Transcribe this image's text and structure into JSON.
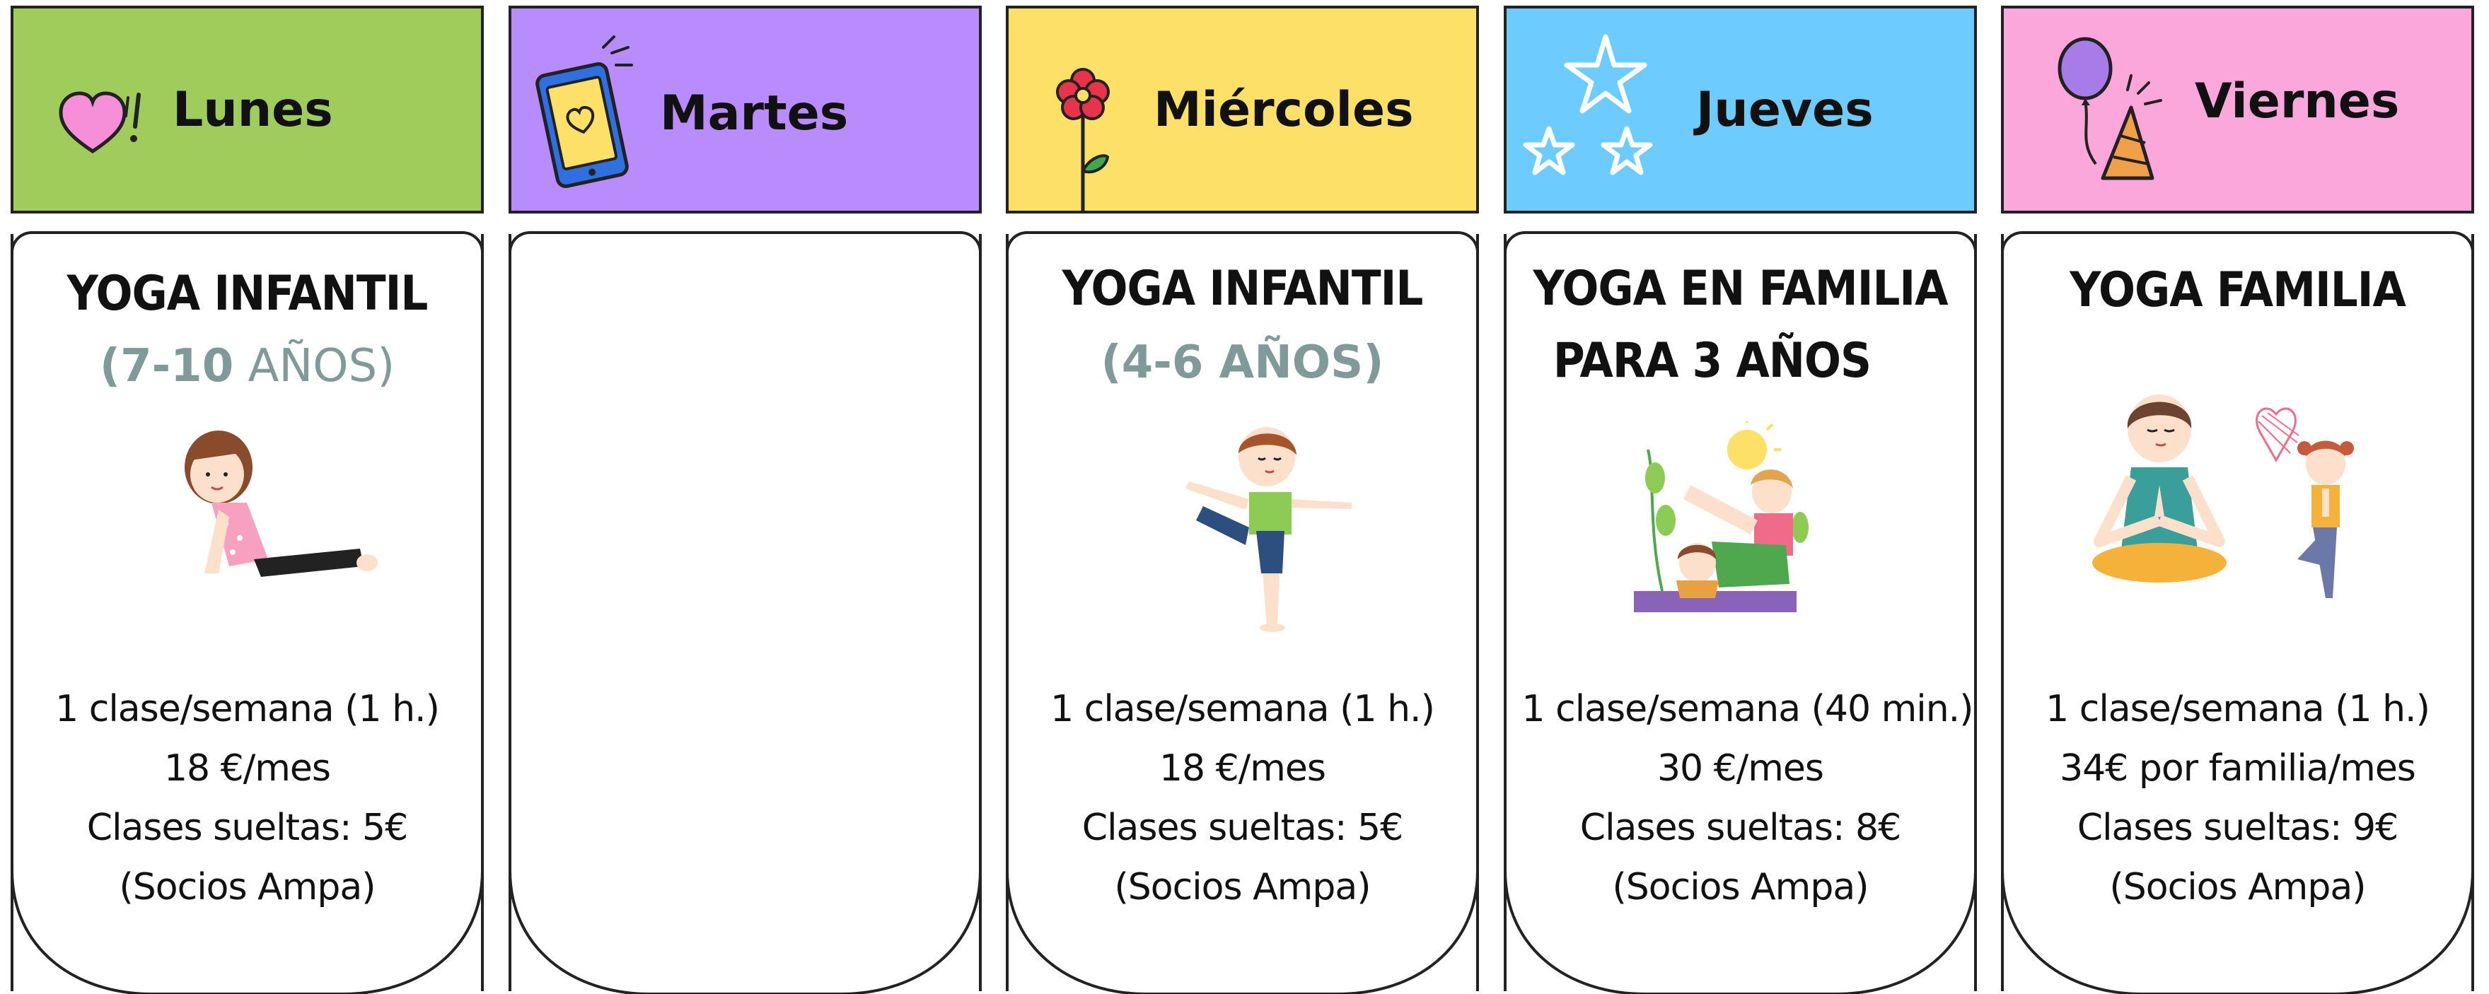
{
  "days": [
    {
      "day": "Lunes",
      "header_color": "#9fcc5b",
      "title_lines": [
        "YOGA INFANTIL"
      ],
      "age_bold": "(7-10",
      "age_rest": " AÑOS)",
      "info": [
        "1 clase/semana (1 h.)",
        "18 €/mes",
        "Clases sueltas: 5€",
        "(Socios Ampa)"
      ],
      "icon": "heart-icon",
      "illustration": "child-yoga-pose-illustration"
    },
    {
      "day": "Martes",
      "header_color": "#b88cfc",
      "title_lines": [],
      "age_bold": "",
      "age_rest": "",
      "info": [],
      "icon": "tablet-heart-icon",
      "illustration": ""
    },
    {
      "day": "Miércoles",
      "header_color": "#fde068",
      "title_lines": [
        "YOGA INFANTIL"
      ],
      "age_bold": "(4-6 AÑOS)",
      "age_rest": "",
      "info": [
        "1 clase/semana (1 h.)",
        "18 €/mes",
        "Clases sueltas: 5€",
        "(Socios Ampa)"
      ],
      "icon": "flower-icon",
      "illustration": "child-balance-pose-illustration"
    },
    {
      "day": "Jueves",
      "header_color": "#6ecbfd",
      "title_lines": [
        "YOGA EN FAMILIA",
        "PARA 3 AÑOS"
      ],
      "age_bold": "",
      "age_rest": "",
      "info": [
        "1 clase/semana (40 min.)",
        "30 €/mes",
        "Clases sueltas: 8€",
        "(Socios Ampa)"
      ],
      "icon": "stars-icon",
      "illustration": "family-yoga-illustration"
    },
    {
      "day": "Viernes",
      "header_color": "#fca7dc",
      "title_lines": [
        "YOGA FAMILIA"
      ],
      "age_bold": "",
      "age_rest": "",
      "info": [
        "1 clase/semana (1 h.)",
        "34€ por familia/mes",
        "Clases sueltas: 9€",
        "(Socios Ampa)"
      ],
      "icon": "balloon-party-hat-icon",
      "illustration": "mother-daughter-meditation-illustration"
    }
  ]
}
